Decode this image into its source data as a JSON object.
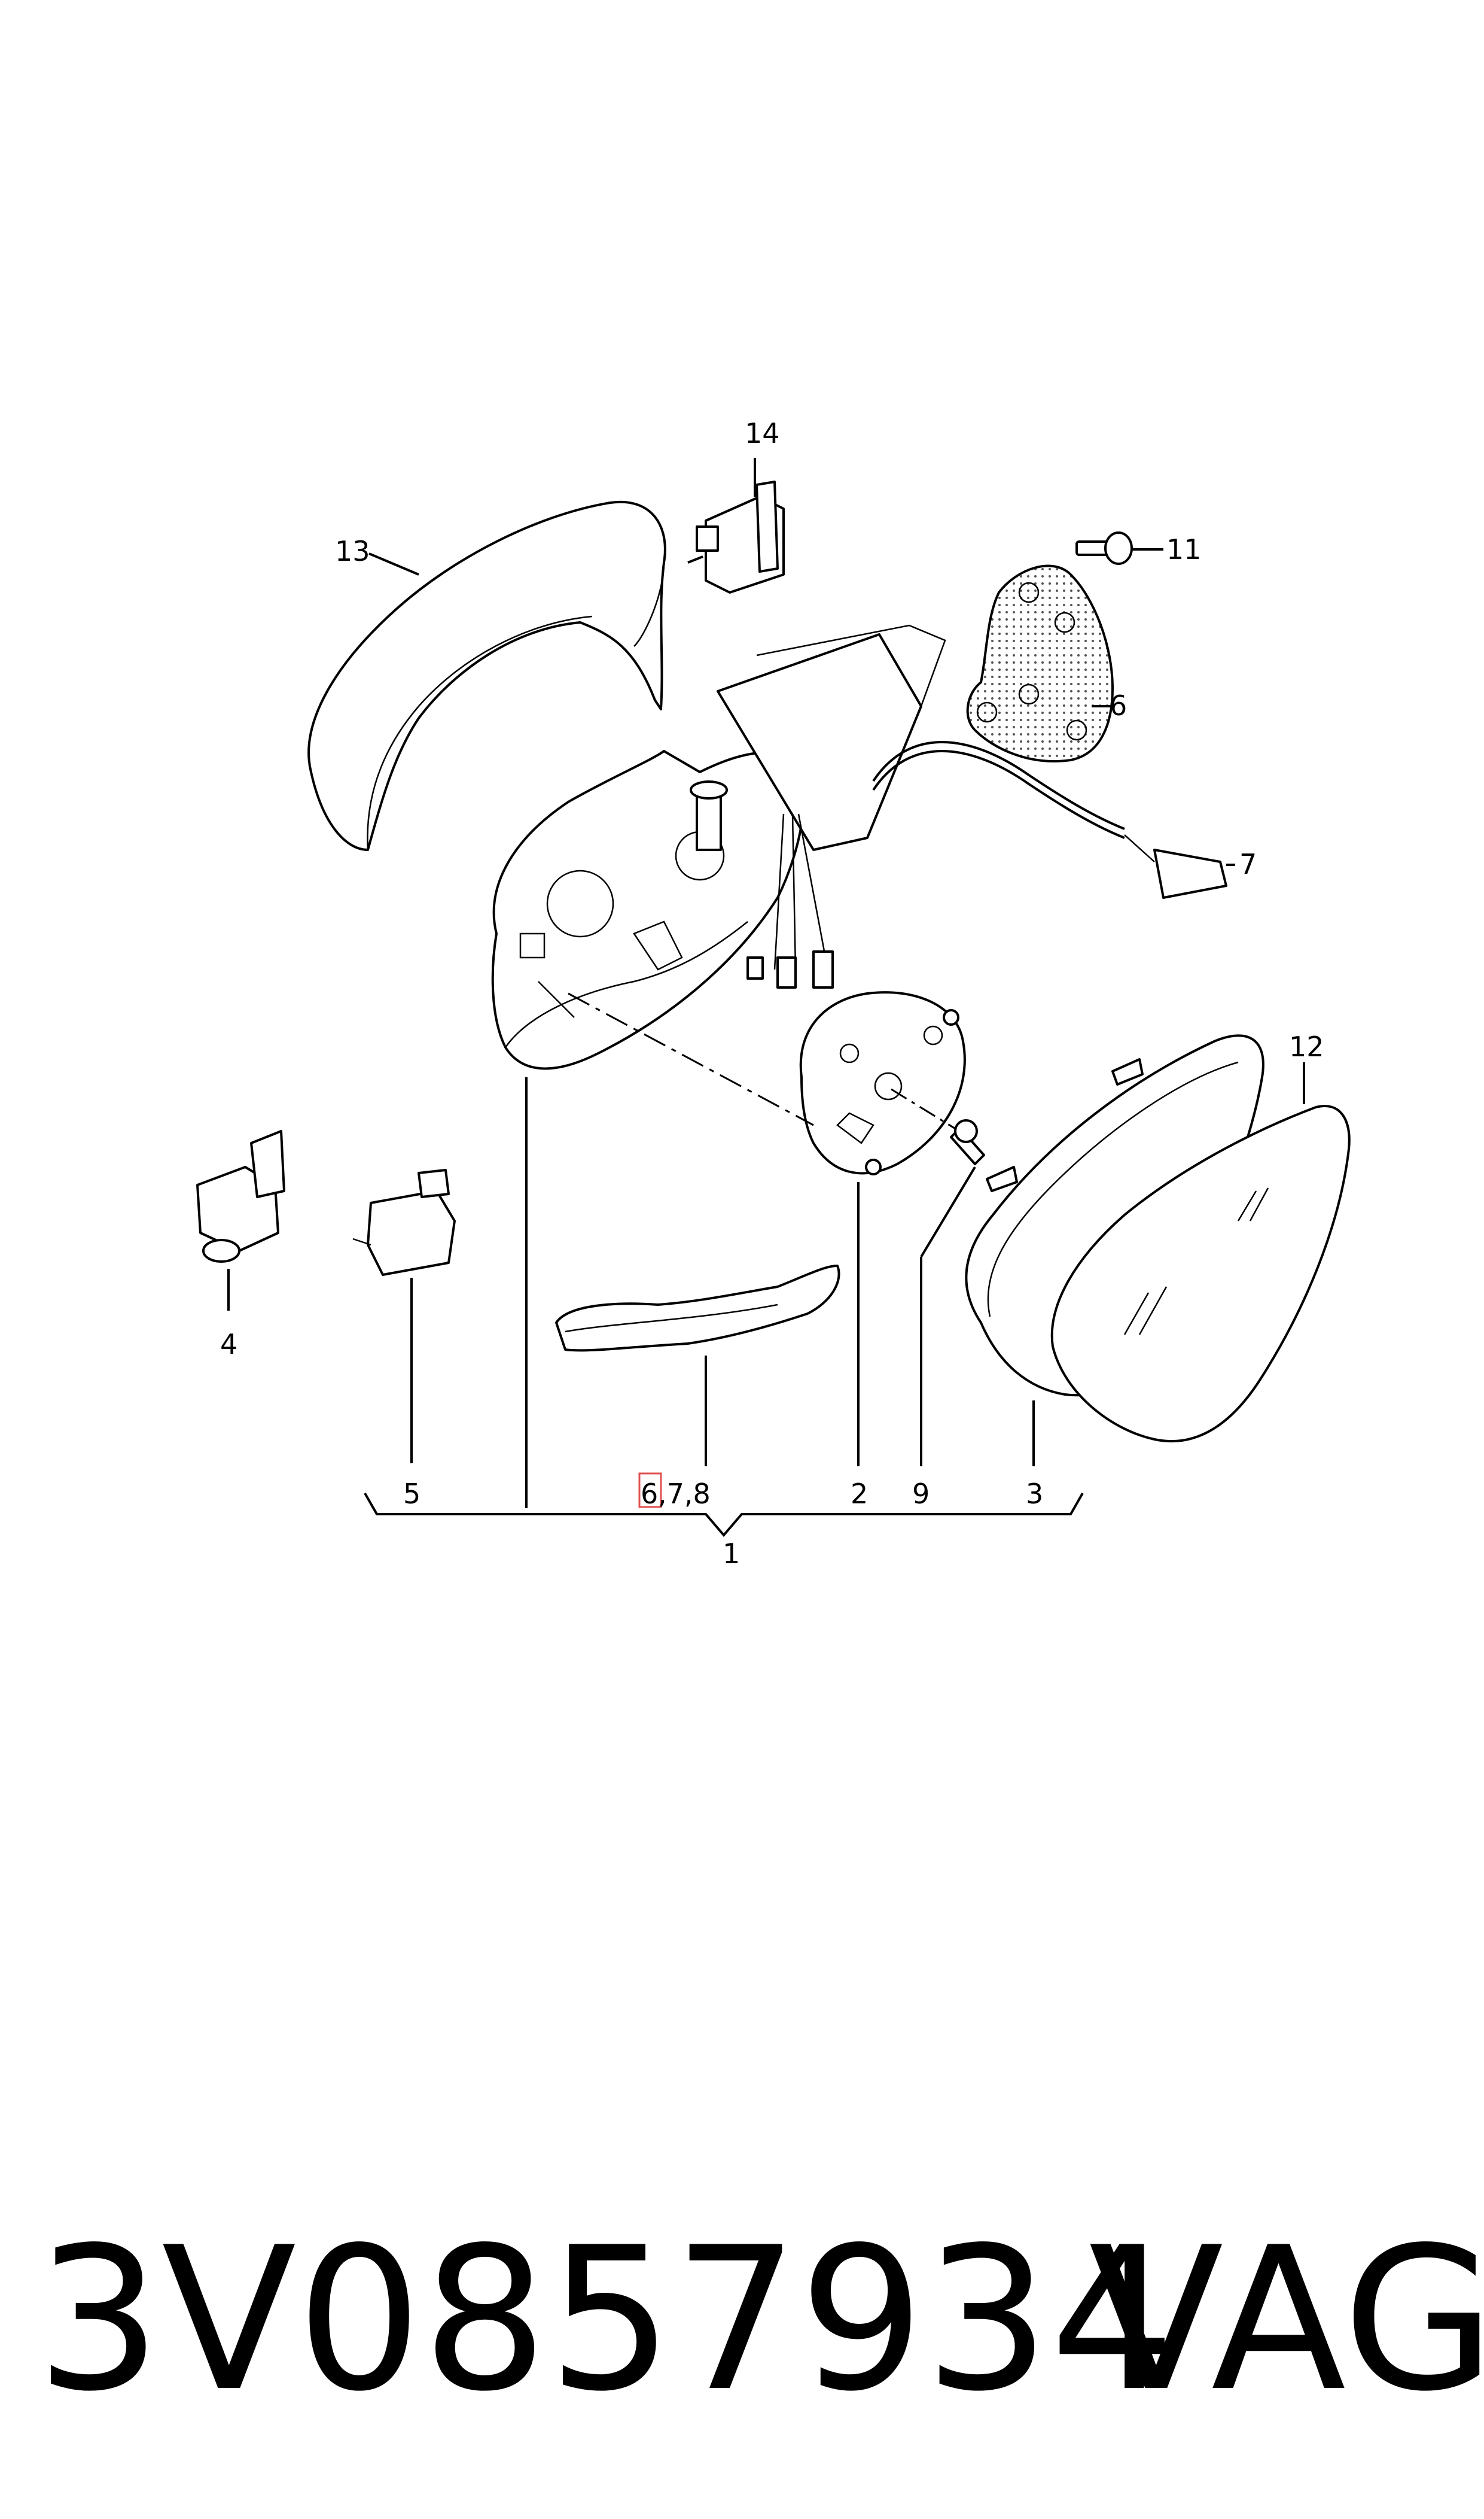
{
  "diagram": {
    "callouts": {
      "c1": "1",
      "c2": "2",
      "c3": "3",
      "c4": "4",
      "c5": "5",
      "c6": "6",
      "c678_first": "6",
      "c678_rest": ",7,8",
      "c7": "7",
      "c9": "9",
      "c11": "11",
      "c12": "12",
      "c13": "13",
      "c14": "14"
    },
    "highlight_color": "#e05050"
  },
  "footer": {
    "part_number": "3V0857934",
    "brand": "VAG"
  }
}
